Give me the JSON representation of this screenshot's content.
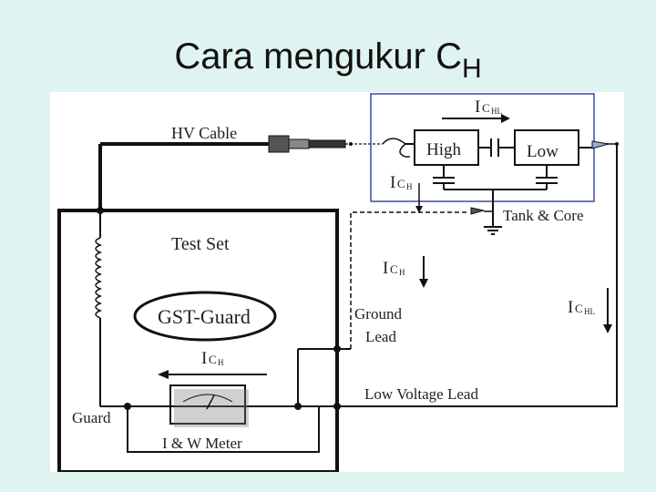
{
  "title": {
    "main": "Cara mengukur C",
    "sub": "H"
  },
  "labels": {
    "hv_cable": "HV Cable",
    "test_set": "Test Set",
    "gst_guard": "GST-Guard",
    "high": "High",
    "low": "Low",
    "tank_core": "Tank & Core",
    "ground_lead_1": "Ground",
    "ground_lead_2": "Lead",
    "low_voltage_lead": "Low Voltage Lead",
    "guard": "Guard",
    "meter": "I & W Meter",
    "i": "I",
    "c": "C",
    "sub_h": "H",
    "sub_hl": "HL"
  },
  "colors": {
    "background": "#dff3f0",
    "panel": "#ffffff",
    "dashed_box": "#3b4aa8",
    "line": "#111111"
  }
}
